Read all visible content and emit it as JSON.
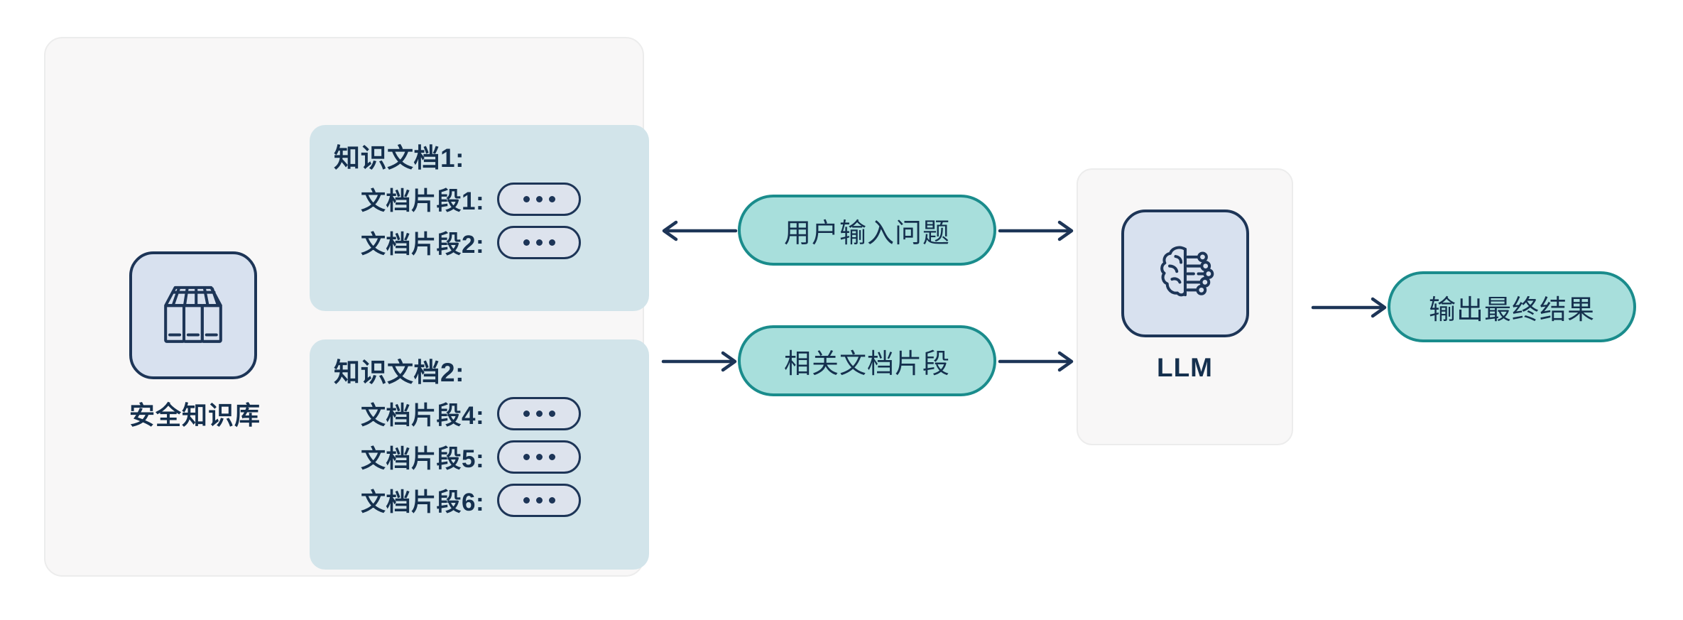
{
  "knowledge_base": {
    "label": "安全知识库",
    "icon": "books-archive-icon",
    "documents": [
      {
        "title": "知识文档1:",
        "segments": [
          {
            "label": "文档片段1:",
            "value": "..."
          },
          {
            "label": "文档片段2:",
            "value": "..."
          }
        ]
      },
      {
        "title": "知识文档2:",
        "segments": [
          {
            "label": "文档片段4:",
            "value": "..."
          },
          {
            "label": "文档片段5:",
            "value": "..."
          },
          {
            "label": "文档片段6:",
            "value": "..."
          }
        ]
      }
    ]
  },
  "flow": {
    "question_pill": "用户输入问题",
    "segments_pill": "相关文档片段",
    "output_pill": "输出最终结果"
  },
  "llm": {
    "label": "LLM",
    "icon": "brain-circuit-icon"
  },
  "arrows": {
    "to_knowledge_base": "←",
    "question_to_llm": "→",
    "to_segments_pill": "→",
    "segments_to_llm": "→",
    "llm_to_output": "→"
  },
  "colors": {
    "panel_bg": "#f8f7f7",
    "panel_border": "#ececec",
    "doc_card_bg": "#d2e4ea",
    "teal_pill_bg": "#a8dfdc",
    "teal_pill_border": "#1a8c8c",
    "icon_tile_bg": "#d8e1ef",
    "ink": "#15304e",
    "stroke": "#1d3557",
    "dots_pill_bg": "#dde3ed"
  }
}
